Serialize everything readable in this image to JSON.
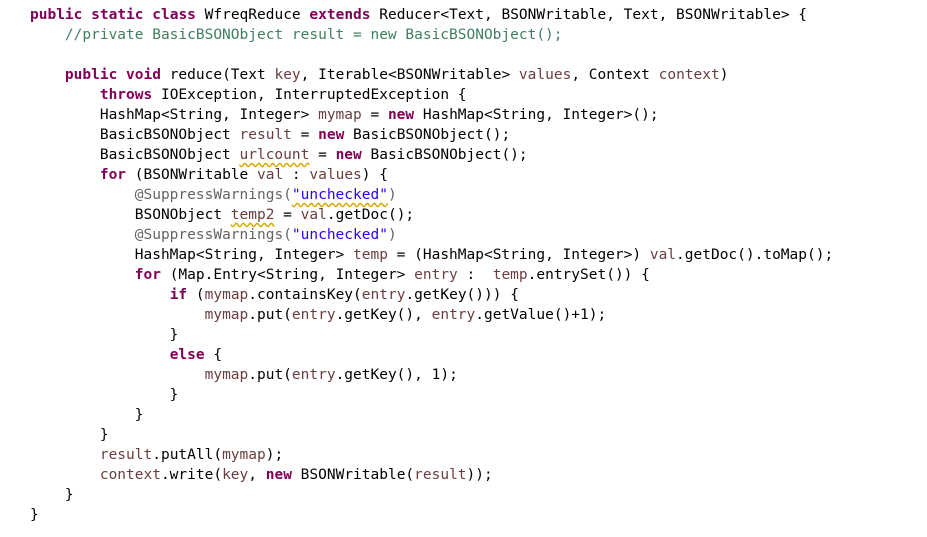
{
  "editor": {
    "language": "java",
    "font_color_default": "#000000",
    "colors": {
      "keyword": "#7f0055",
      "comment": "#3f7f5f",
      "local_variable": "#6a3e3e",
      "field": "#0000c0",
      "string": "#2a00ff",
      "annotation": "#646464",
      "warning_underline": "#d4a800"
    },
    "lines": [
      [
        [
          "kw",
          "public"
        ],
        [
          "",
          " "
        ],
        [
          "kw",
          "static"
        ],
        [
          "",
          " "
        ],
        [
          "kw",
          "class"
        ],
        [
          "",
          " WfreqReduce "
        ],
        [
          "kw",
          "extends"
        ],
        [
          "",
          " Reducer<Text, BSONWritable, Text, BSONWritable> {"
        ]
      ],
      [
        [
          "",
          "    "
        ],
        [
          "cm",
          "//private BasicBSONObject result = new BasicBSONObject();"
        ]
      ],
      [],
      [
        [
          "",
          "    "
        ],
        [
          "kw",
          "public"
        ],
        [
          "",
          " "
        ],
        [
          "kw",
          "void"
        ],
        [
          "",
          " reduce(Text "
        ],
        [
          "var",
          "key"
        ],
        [
          "",
          ", Iterable<BSONWritable> "
        ],
        [
          "var",
          "values"
        ],
        [
          "",
          ", Context "
        ],
        [
          "var",
          "context"
        ],
        [
          "",
          ")"
        ]
      ],
      [
        [
          "",
          "        "
        ],
        [
          "kw",
          "throws"
        ],
        [
          "",
          " IOException, InterruptedException {"
        ]
      ],
      [
        [
          "",
          "        HashMap<String, Integer> "
        ],
        [
          "var",
          "mymap"
        ],
        [
          "",
          " = "
        ],
        [
          "kw",
          "new"
        ],
        [
          "",
          " HashMap<String, Integer>();"
        ]
      ],
      [
        [
          "",
          "        BasicBSONObject "
        ],
        [
          "var",
          "result"
        ],
        [
          "",
          " = "
        ],
        [
          "kw",
          "new"
        ],
        [
          "",
          " BasicBSONObject();"
        ]
      ],
      [
        [
          "",
          "        BasicBSONObject "
        ],
        [
          "var warn",
          "urlcount"
        ],
        [
          "",
          " = "
        ],
        [
          "kw",
          "new"
        ],
        [
          "",
          " BasicBSONObject();"
        ]
      ],
      [
        [
          "",
          "        "
        ],
        [
          "kw",
          "for"
        ],
        [
          "",
          " (BSONWritable "
        ],
        [
          "var",
          "val"
        ],
        [
          "",
          " : "
        ],
        [
          "var",
          "values"
        ],
        [
          "",
          ") {"
        ]
      ],
      [
        [
          "",
          "            "
        ],
        [
          "ann",
          "@SuppressWarnings("
        ],
        [
          "str warn",
          "\"unchecked\""
        ],
        [
          "ann",
          ")"
        ]
      ],
      [
        [
          "",
          "            BSONObject "
        ],
        [
          "var warn",
          "temp2"
        ],
        [
          "",
          " = "
        ],
        [
          "var",
          "val"
        ],
        [
          "",
          ".getDoc();"
        ]
      ],
      [
        [
          "",
          "            "
        ],
        [
          "ann",
          "@SuppressWarnings("
        ],
        [
          "str",
          "\"unchecked\""
        ],
        [
          "ann",
          ")"
        ]
      ],
      [
        [
          "",
          "            HashMap<String, Integer> "
        ],
        [
          "var",
          "temp"
        ],
        [
          "",
          " = (HashMap<String, Integer>) "
        ],
        [
          "var",
          "val"
        ],
        [
          "",
          ".getDoc().toMap();"
        ]
      ],
      [
        [
          "",
          "            "
        ],
        [
          "kw",
          "for"
        ],
        [
          "",
          " (Map.Entry<String, Integer> "
        ],
        [
          "var",
          "entry"
        ],
        [
          "",
          " :  "
        ],
        [
          "var",
          "temp"
        ],
        [
          "",
          ".entrySet()) {"
        ]
      ],
      [
        [
          "",
          "                "
        ],
        [
          "kw",
          "if"
        ],
        [
          "",
          " ("
        ],
        [
          "var",
          "mymap"
        ],
        [
          "",
          ".containsKey("
        ],
        [
          "var",
          "entry"
        ],
        [
          "",
          ".getKey())) {"
        ]
      ],
      [
        [
          "",
          "                    "
        ],
        [
          "var",
          "mymap"
        ],
        [
          "",
          ".put("
        ],
        [
          "var",
          "entry"
        ],
        [
          "",
          ".getKey(), "
        ],
        [
          "var",
          "entry"
        ],
        [
          "",
          ".getValue()+1);"
        ]
      ],
      [
        [
          "",
          "                }"
        ]
      ],
      [
        [
          "",
          "                "
        ],
        [
          "kw",
          "else"
        ],
        [
          "",
          " {"
        ]
      ],
      [
        [
          "",
          "                    "
        ],
        [
          "var",
          "mymap"
        ],
        [
          "",
          ".put("
        ],
        [
          "var",
          "entry"
        ],
        [
          "",
          ".getKey(), 1);"
        ]
      ],
      [
        [
          "",
          "                }"
        ]
      ],
      [
        [
          "",
          "            }"
        ]
      ],
      [
        [
          "",
          "        }"
        ]
      ],
      [
        [
          "",
          "        "
        ],
        [
          "var",
          "result"
        ],
        [
          "",
          ".putAll("
        ],
        [
          "var",
          "mymap"
        ],
        [
          "",
          ");"
        ]
      ],
      [
        [
          "",
          "        "
        ],
        [
          "var",
          "context"
        ],
        [
          "",
          ".write("
        ],
        [
          "var",
          "key"
        ],
        [
          "",
          ", "
        ],
        [
          "kw",
          "new"
        ],
        [
          "",
          " BSONWritable("
        ],
        [
          "var",
          "result"
        ],
        [
          "",
          "));"
        ]
      ],
      [
        [
          "",
          "    }"
        ]
      ],
      [
        [
          "",
          "}"
        ]
      ]
    ]
  }
}
